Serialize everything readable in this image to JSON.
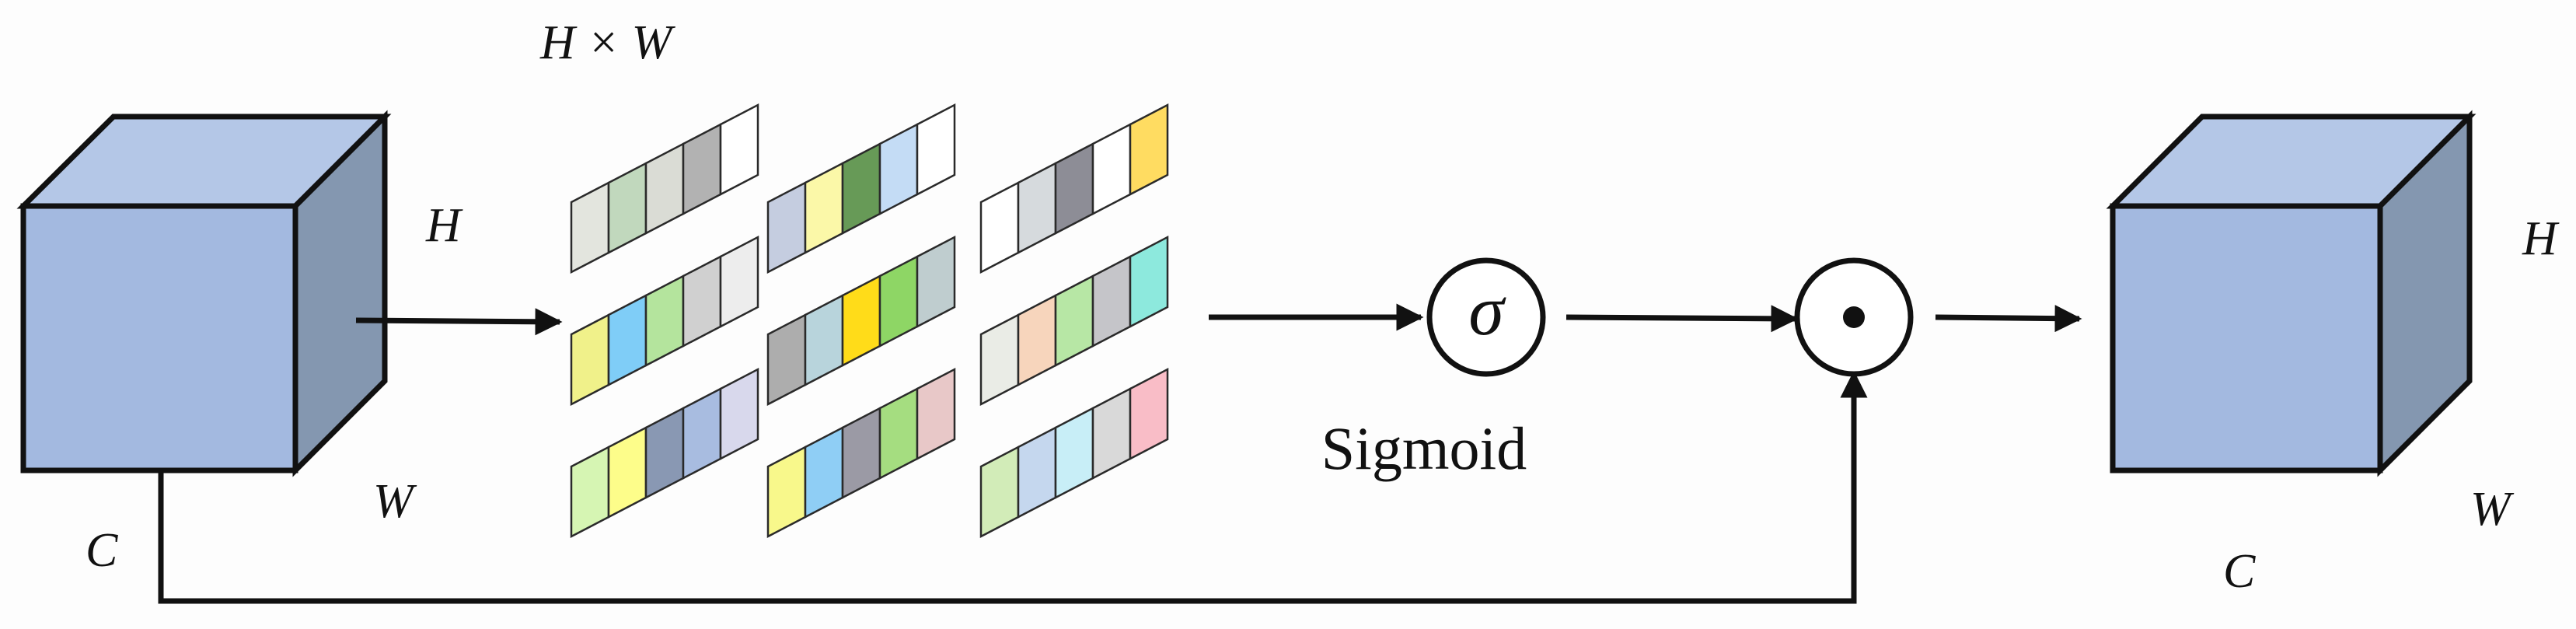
{
  "input_tensor": {
    "label_h": "H",
    "label_w": "W",
    "label_c": "C",
    "color_front": "#a3b9e0",
    "color_top": "#b4c7e7",
    "color_side": "#8497b0"
  },
  "output_tensor": {
    "label_h": "H",
    "label_w": "W",
    "label_c": "C",
    "color_front": "#a3b9e0",
    "color_top": "#b4c7e7",
    "color_side": "#8497b0"
  },
  "grid_label": "H × W",
  "strip_grid": [
    [
      "#e3e5de",
      "#c1d8bd",
      "#dadcd5",
      "#b2b2b2",
      "#ffffff"
    ],
    [
      "#f0f18a",
      "#7fcdf7",
      "#b4e49d",
      "#d0d0d0",
      "#ededed"
    ],
    [
      "#d6f5b3",
      "#fdfd8a",
      "#8998b3",
      "#a8bce0",
      "#d8d8ec"
    ],
    [
      "#c5cde0",
      "#fbf8a8",
      "#679a57",
      "#c4dcf5",
      "#ffffff"
    ],
    [
      "#adadad",
      "#b8d4dc",
      "#ffdc19",
      "#8ed665",
      "#bfcdcf"
    ],
    [
      "#f8f88b",
      "#8fcef5",
      "#9b9aa5",
      "#a5dd80",
      "#e8c8c8"
    ],
    [
      "#ffffff",
      "#d6dadd",
      "#8d8d96",
      "#ffffff",
      "#ffdc61"
    ],
    [
      "#eaece6",
      "#f7d5bc",
      "#b7e7a5",
      "#c5c5c9",
      "#8de9dd"
    ],
    [
      "#d2ecb8",
      "#c5d7ee",
      "#c8eef7",
      "#d9d9d9",
      "#f9bdc7"
    ]
  ],
  "sigmoid": {
    "symbol": "σ",
    "label": "Sigmoid"
  },
  "multiply_symbol": "•"
}
